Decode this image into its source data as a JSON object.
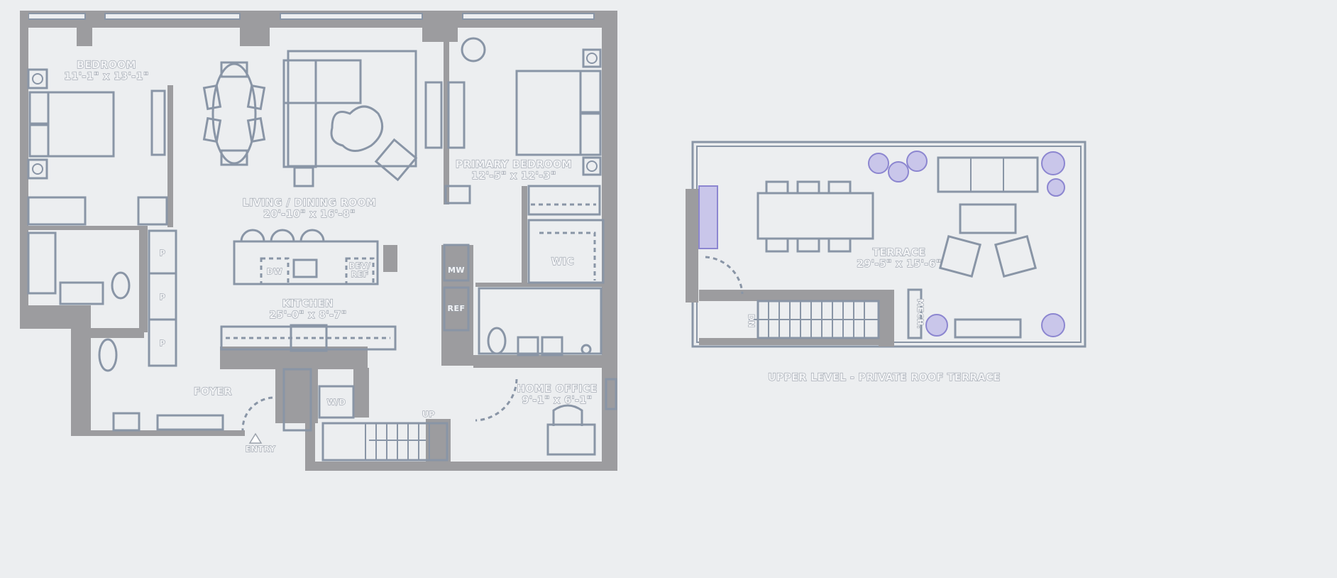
{
  "lower_level": {
    "rooms": {
      "bedroom": {
        "name": "BEDROOM",
        "size": "11'-1\" x 13'-1\""
      },
      "living_dining": {
        "name": "LIVING / DINING ROOM",
        "size": "20'-10\" x 16'-8\""
      },
      "primary_bedroom": {
        "name": "PRIMARY BEDROOM",
        "size": "12'-5\" x 12'-3\""
      },
      "kitchen": {
        "name": "KITCHEN",
        "size": "25'-0\" x 8'-7\""
      },
      "foyer": {
        "name": "FOYER"
      },
      "home_office": {
        "name": "HOME OFFICE",
        "size": "9'-1\" x 6'-1\""
      },
      "wic": {
        "name": "WIC"
      }
    },
    "fixtures": {
      "dw": "DW",
      "bev_ref_1": "BEV/",
      "bev_ref_2": "REF",
      "mw": "MW",
      "ref": "REF",
      "wd": "W/D",
      "pantry": "P",
      "up": "UP",
      "entry": "ENTRY"
    }
  },
  "upper_level": {
    "caption": "UPPER LEVEL - PRIVATE ROOF TERRACE",
    "terrace": {
      "name": "TERRACE",
      "size": "29'-5\" x 15'-6\""
    },
    "mech": "MECH.",
    "dn": "DN"
  },
  "colors": {
    "background": "#eceef0",
    "walls": "#9c9c9f",
    "furniture": "#8995a6",
    "plants": "#8c86d0",
    "label_fill": "#f3f4f6"
  }
}
